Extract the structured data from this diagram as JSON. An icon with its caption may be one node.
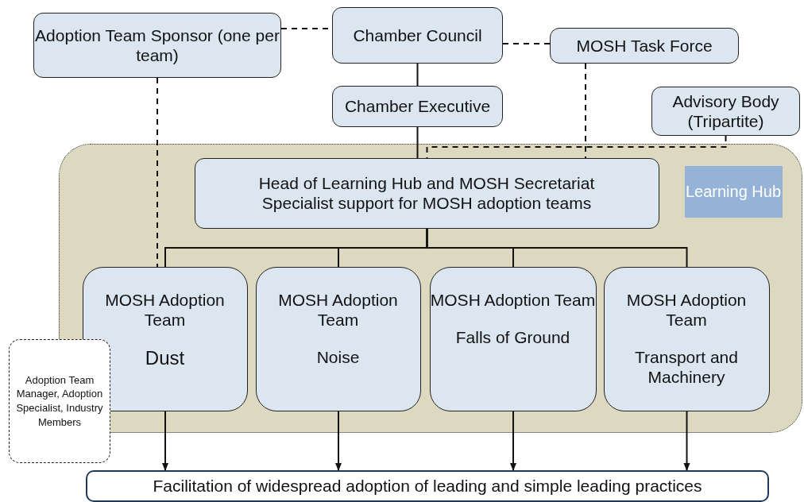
{
  "diagram": {
    "nodes": [
      {
        "text": [
          "Adoption Team Sponsor (one per team)"
        ]
      },
      {
        "text": [
          "Chamber Council"
        ]
      },
      {
        "text": [
          "MOSH Task Force"
        ]
      },
      {
        "text": [
          "Chamber Executive"
        ]
      },
      {
        "text": [
          "Advisory Body (Tripartite)"
        ]
      },
      {
        "text": [],
        "shape": "box"
      },
      {
        "text": [
          "Learning Hub"
        ],
        "in": 5
      },
      {
        "text": [
          "Head of Learning Hub and MOSH Secretariat",
          "Specialist support for MOSH adoption teams"
        ],
        "in": 5
      },
      {
        "text": [
          "MOSH Adoption Team",
          "Dust"
        ],
        "in": 5
      },
      {
        "text": [
          "MOSH Adoption Team",
          "Noise"
        ],
        "in": 5
      },
      {
        "text": [
          "MOSH Adoption Team",
          "Falls of Ground"
        ],
        "in": 5
      },
      {
        "text": [
          "MOSH Adoption Team",
          "Transport and Machinery"
        ],
        "in": 5
      },
      {
        "text": [
          "Adoption Team Manager, Adoption Specialist, Industry Members"
        ]
      },
      {
        "text": [
          "Facilitation of widespread adoption of leading and simple leading practices"
        ]
      }
    ],
    "edges": [
      {
        "from": 0,
        "to": 1,
        "arrow": "none",
        "style": "dashed"
      },
      {
        "from": 1,
        "to": 2,
        "arrow": "none",
        "style": "dashed"
      },
      {
        "from": 1,
        "to": 3,
        "arrow": "none"
      },
      {
        "from": 3,
        "to": 7,
        "arrow": "none"
      },
      {
        "from": 2,
        "to": 7,
        "arrow": "none",
        "style": "dashed"
      },
      {
        "from": 4,
        "to": 7,
        "arrow": "none",
        "style": "dashed"
      },
      {
        "from": 0,
        "to": 8,
        "arrow": "none",
        "style": "dashed"
      },
      {
        "from": 7,
        "to": 8,
        "arrow": "none"
      },
      {
        "from": 7,
        "to": 9,
        "arrow": "none"
      },
      {
        "from": 7,
        "to": 10,
        "arrow": "none"
      },
      {
        "from": 7,
        "to": 11,
        "arrow": "none"
      },
      {
        "from": 8,
        "to": 13,
        "arrow": "to"
      },
      {
        "from": 9,
        "to": 13,
        "arrow": "to"
      },
      {
        "from": 10,
        "to": 13,
        "arrow": "to"
      },
      {
        "from": 11,
        "to": 13,
        "arrow": "to"
      }
    ]
  }
}
